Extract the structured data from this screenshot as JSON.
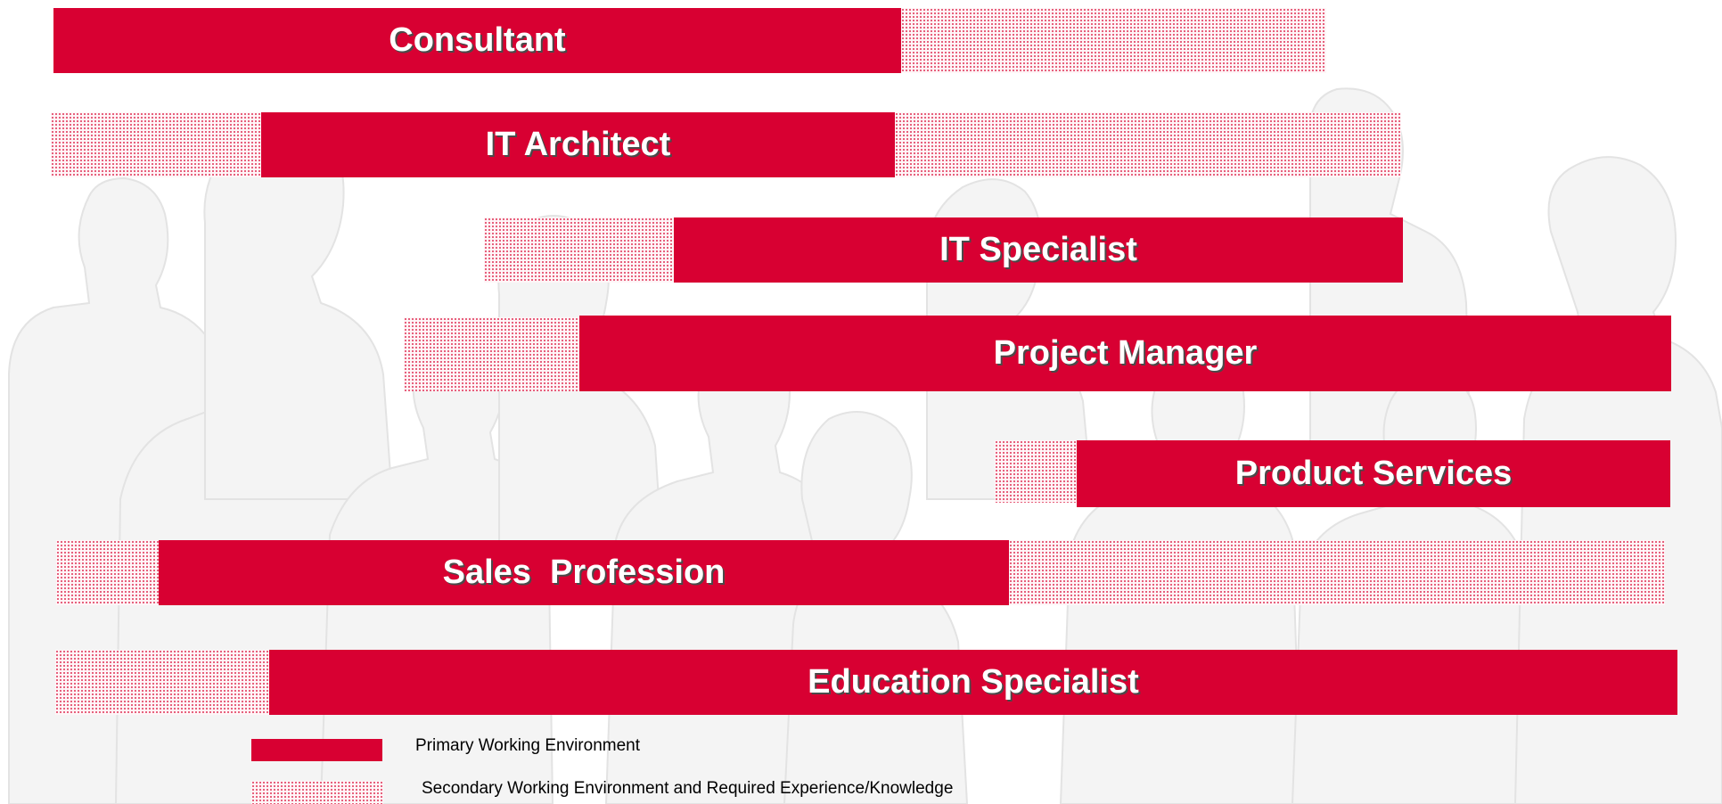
{
  "colors": {
    "primary": "#d80032",
    "secondary_dots": "#e4506f"
  },
  "roles": [
    {
      "label": "Consultant"
    },
    {
      "label": "IT Architect"
    },
    {
      "label": "IT Specialist"
    },
    {
      "label": "Project Manager"
    },
    {
      "label": "Product Services"
    },
    {
      "label": "Sales  Profession"
    },
    {
      "label": "Education Specialist"
    }
  ],
  "legend": {
    "primary": "Primary Working Environment",
    "secondary": "Secondary Working Environment and Required Experience/Knowledge"
  }
}
